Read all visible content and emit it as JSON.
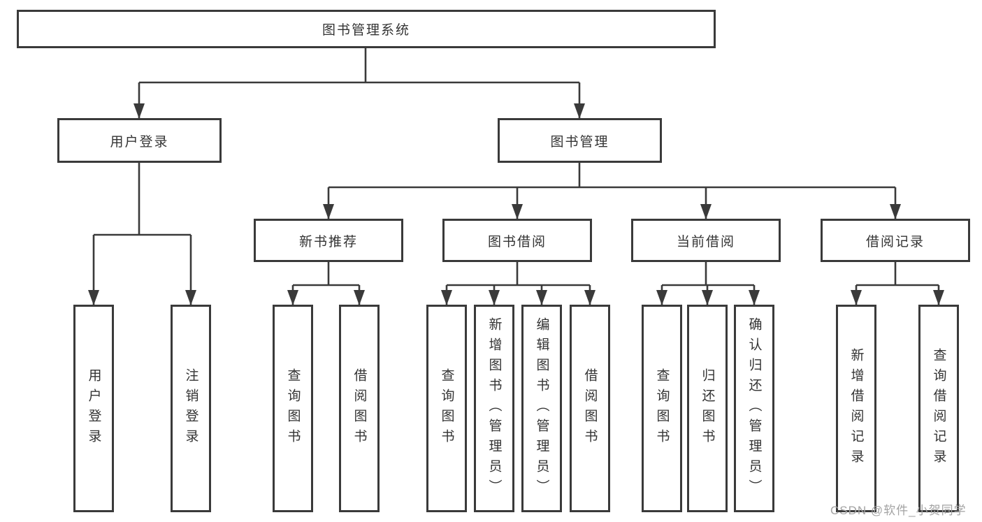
{
  "diagram": {
    "root": {
      "label": "图书管理系统"
    },
    "level2": {
      "user_login": {
        "label": "用户登录"
      },
      "book_management": {
        "label": "图书管理"
      }
    },
    "level3": {
      "new_book_recommend": {
        "label": "新书推荐"
      },
      "book_borrow": {
        "label": "图书借阅"
      },
      "current_borrow": {
        "label": "当前借阅"
      },
      "borrow_record": {
        "label": "借阅记录"
      }
    },
    "leaves": {
      "user_login": {
        "label": "用户登录"
      },
      "logout": {
        "label": "注销登录"
      },
      "nbr_query_book": {
        "label": "查询图书"
      },
      "nbr_borrow_book": {
        "label": "借阅图书"
      },
      "bb_query_book": {
        "label": "查询图书"
      },
      "bb_add_book": {
        "label": "新增图书（管理员）"
      },
      "bb_edit_book": {
        "label": "编辑图书（管理员）"
      },
      "bb_borrow_book": {
        "label": "借阅图书"
      },
      "cb_query_book": {
        "label": "查询图书"
      },
      "cb_return_book": {
        "label": "归还图书"
      },
      "cb_confirm_return": {
        "label": "确认归还（管理员）"
      },
      "br_add_record": {
        "label": "新增借阅记录"
      },
      "br_query_record": {
        "label": "查询借阅记录"
      }
    }
  },
  "watermark": {
    "text": "CSDN @软件_小贺同学"
  },
  "colors": {
    "line": "#3a3a3a",
    "text": "#333333",
    "watermark_text": "#a3a3a3",
    "background": "#ffffff"
  }
}
